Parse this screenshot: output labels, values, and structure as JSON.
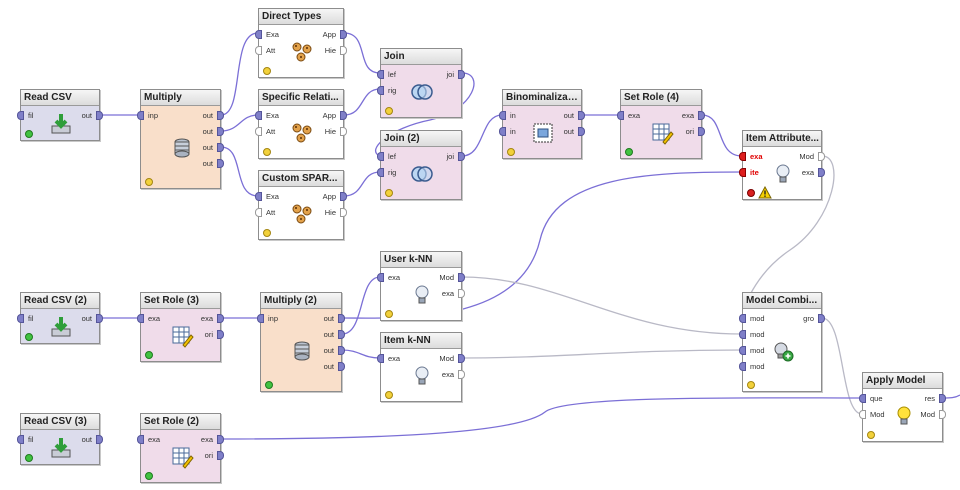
{
  "operators": {
    "read_csv": {
      "title": "Read CSV",
      "in": [
        "fil"
      ],
      "out": [
        "out"
      ],
      "status": "green"
    },
    "read_csv_2": {
      "title": "Read CSV (2)",
      "in": [
        "fil"
      ],
      "out": [
        "out"
      ],
      "status": "green"
    },
    "read_csv_3": {
      "title": "Read CSV (3)",
      "in": [
        "fil"
      ],
      "out": [
        "out"
      ],
      "status": "green"
    },
    "multiply": {
      "title": "Multiply",
      "in": [
        "inp"
      ],
      "out": [
        "out",
        "out",
        "out",
        "out"
      ],
      "status": "yellow"
    },
    "multiply_2": {
      "title": "Multiply (2)",
      "in": [
        "inp"
      ],
      "out": [
        "out",
        "out",
        "out",
        "out"
      ],
      "status": "green"
    },
    "direct_types": {
      "title": "Direct Types",
      "in": [
        "Exa",
        "Att"
      ],
      "out": [
        "App",
        "Hie"
      ],
      "status": "yellow"
    },
    "specific_relations": {
      "title": "Specific Relati...",
      "in": [
        "Exa",
        "Att"
      ],
      "out": [
        "App",
        "Hie"
      ],
      "status": "yellow"
    },
    "custom_sparql": {
      "title": "Custom SPAR...",
      "in": [
        "Exa",
        "Att"
      ],
      "out": [
        "App",
        "Hie"
      ],
      "status": "yellow"
    },
    "join": {
      "title": "Join",
      "in": [
        "lef",
        "rig"
      ],
      "out": [
        "joi"
      ],
      "status": "yellow"
    },
    "join_2": {
      "title": "Join (2)",
      "in": [
        "lef",
        "rig"
      ],
      "out": [
        "joi"
      ],
      "status": "yellow"
    },
    "binominalization": {
      "title": "Binominalization",
      "in": [
        "in",
        "in"
      ],
      "out": [
        "out",
        "out"
      ],
      "status": "yellow"
    },
    "set_role_4": {
      "title": "Set Role (4)",
      "in": [
        "exa"
      ],
      "out": [
        "exa",
        "ori"
      ],
      "status": "green"
    },
    "set_role_3": {
      "title": "Set Role (3)",
      "in": [
        "exa"
      ],
      "out": [
        "exa",
        "ori"
      ],
      "status": "green"
    },
    "set_role_2": {
      "title": "Set Role (2)",
      "in": [
        "exa"
      ],
      "out": [
        "exa",
        "ori"
      ],
      "status": "green"
    },
    "item_attribute": {
      "title": "Item Attribute...",
      "in": [
        "exa",
        "ite"
      ],
      "out": [
        "Mod",
        "exa"
      ],
      "status": "red"
    },
    "user_knn": {
      "title": "User k-NN",
      "in": [
        "exa"
      ],
      "out": [
        "Mod",
        "exa"
      ],
      "status": "yellow"
    },
    "item_knn": {
      "title": "Item k-NN",
      "in": [
        "exa"
      ],
      "out": [
        "Mod",
        "exa"
      ],
      "status": "yellow"
    },
    "model_combiner": {
      "title": "Model Combi...",
      "in": [
        "mod",
        "mod",
        "mod",
        "mod"
      ],
      "out": [
        "gro"
      ],
      "status": "yellow"
    },
    "apply_model": {
      "title": "Apply Model",
      "in": [
        "que",
        "Mod"
      ],
      "out": [
        "res",
        "Mod"
      ],
      "status": "yellow"
    }
  },
  "colors": {
    "wire": "#7b6fd6",
    "wire_grey": "#b9b9c6",
    "port": "#7f7fc8",
    "port_error": "#dd1e1e"
  }
}
